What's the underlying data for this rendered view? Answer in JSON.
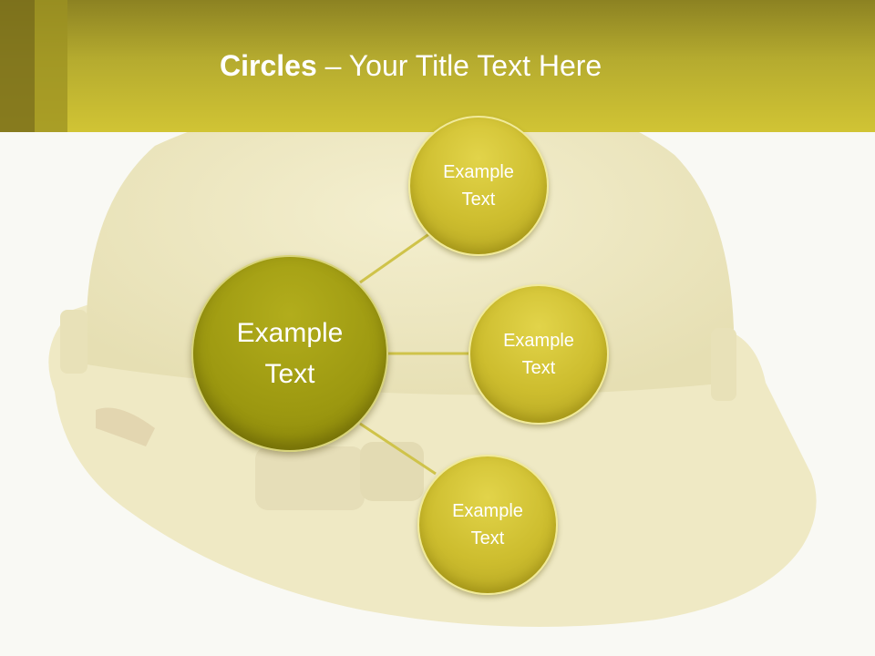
{
  "slide": {
    "title_bold": "Circles",
    "title_rest": " – Your Title Text Here"
  },
  "diagram": {
    "center": {
      "line1": "Example",
      "line2": "Text"
    },
    "nodes": [
      {
        "line1": "Example",
        "line2": "Text"
      },
      {
        "line1": "Example",
        "line2": "Text"
      },
      {
        "line1": "Example",
        "line2": "Text"
      }
    ]
  },
  "colors": {
    "header": "#b5ab2f",
    "center_circle": "#9c9810",
    "outer_circles": "#cdbd2e",
    "connector": "#cfc34a",
    "helmet": "#efe9c2"
  }
}
